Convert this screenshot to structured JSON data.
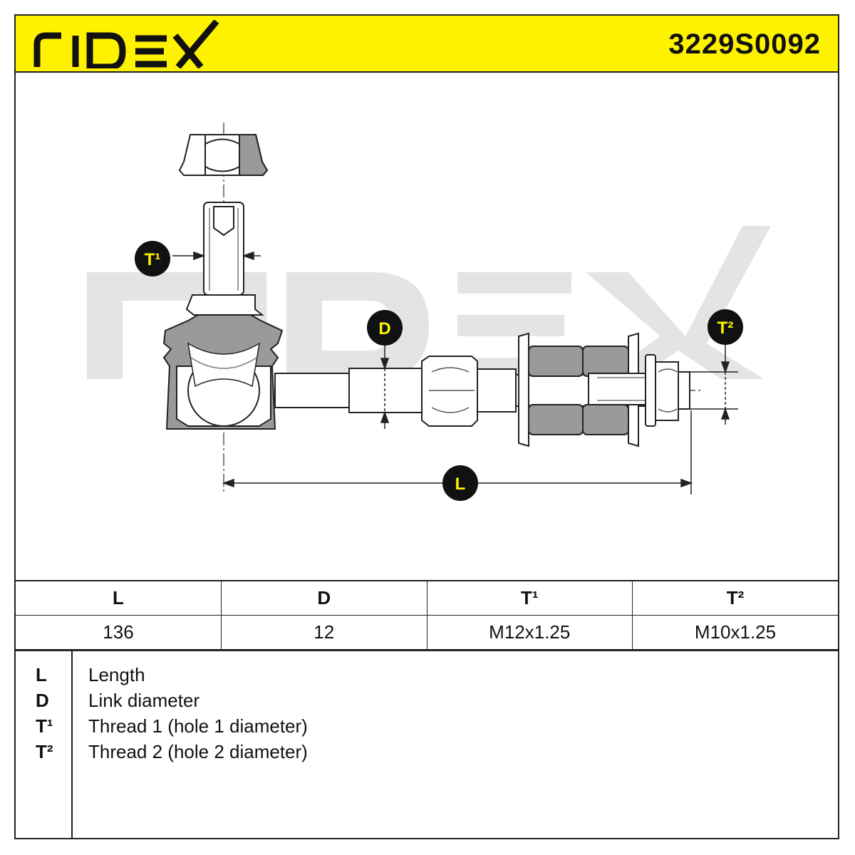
{
  "header": {
    "brand": "RIDEX",
    "part_number": "3229S0092",
    "background_color": "#fff200"
  },
  "drawing": {
    "watermark": "RIDEX",
    "labels": {
      "T1": "T¹",
      "D": "D",
      "T2": "T²",
      "L": "L"
    }
  },
  "spec_table": {
    "headers": [
      "L",
      "D",
      "T¹",
      "T²"
    ],
    "values": [
      "136",
      "12",
      "M12x1.25",
      "M10x1.25"
    ]
  },
  "legend": [
    {
      "key": "L",
      "text": "Length"
    },
    {
      "key": "D",
      "text": "Link diameter"
    },
    {
      "key": "T¹",
      "text": "Thread 1 (hole 1 diameter)"
    },
    {
      "key": "T²",
      "text": "Thread 2 (hole 2 diameter)"
    }
  ]
}
